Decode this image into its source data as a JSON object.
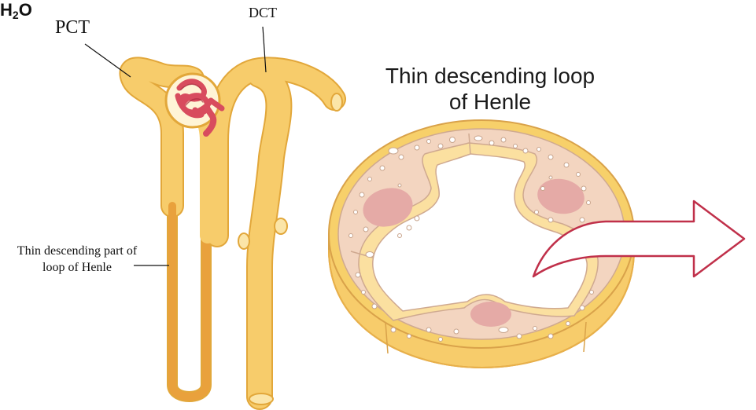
{
  "labels": {
    "pct": "PCT",
    "dct": "DCT",
    "thin_descending": "Thin descending part of loop of Henle",
    "cross_section_title": "Thin descending loop of Henle",
    "water_main": "H",
    "water_sub": "2",
    "water_tail": "O"
  },
  "colors": {
    "tubule_fill": "#f7cc6b",
    "tubule_outline": "#e2a73a",
    "thin_segment": "#e9a13c",
    "glomerulus": "#d84c5e",
    "cytoplasm": "#f3d5c0",
    "nucleus": "#e5aaa6",
    "basement": "#f7d06a",
    "arrow_outline": "#c0304a"
  }
}
